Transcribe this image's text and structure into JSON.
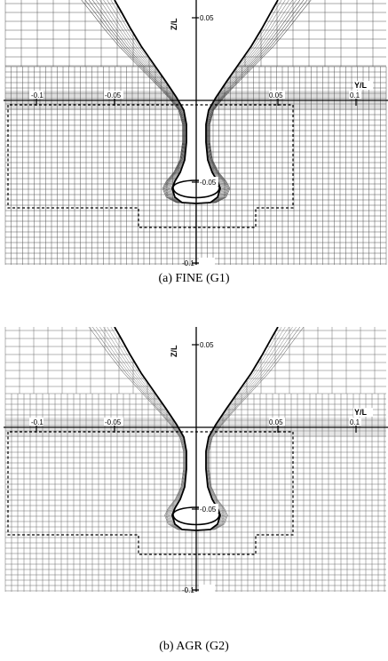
{
  "figure": {
    "panels": [
      {
        "caption": "(a)  FINE (G1)",
        "y_axis_label": "Z/L",
        "x_axis_label": "Y/L",
        "y_tick_labels": [
          "0.05",
          "-0.05",
          "-0.1"
        ],
        "x_tick_labels": [
          "-0.1",
          "-0.05",
          "0.05",
          "0.1"
        ]
      },
      {
        "caption": "(b)  AGR (G2)",
        "y_axis_label": "Z/L",
        "x_axis_label": "Y/L",
        "y_tick_labels": [
          "0.05",
          "-0.05",
          "-0.1"
        ],
        "x_tick_labels": [
          "-0.1",
          "-0.05",
          "0.05",
          "0.1"
        ]
      }
    ]
  }
}
